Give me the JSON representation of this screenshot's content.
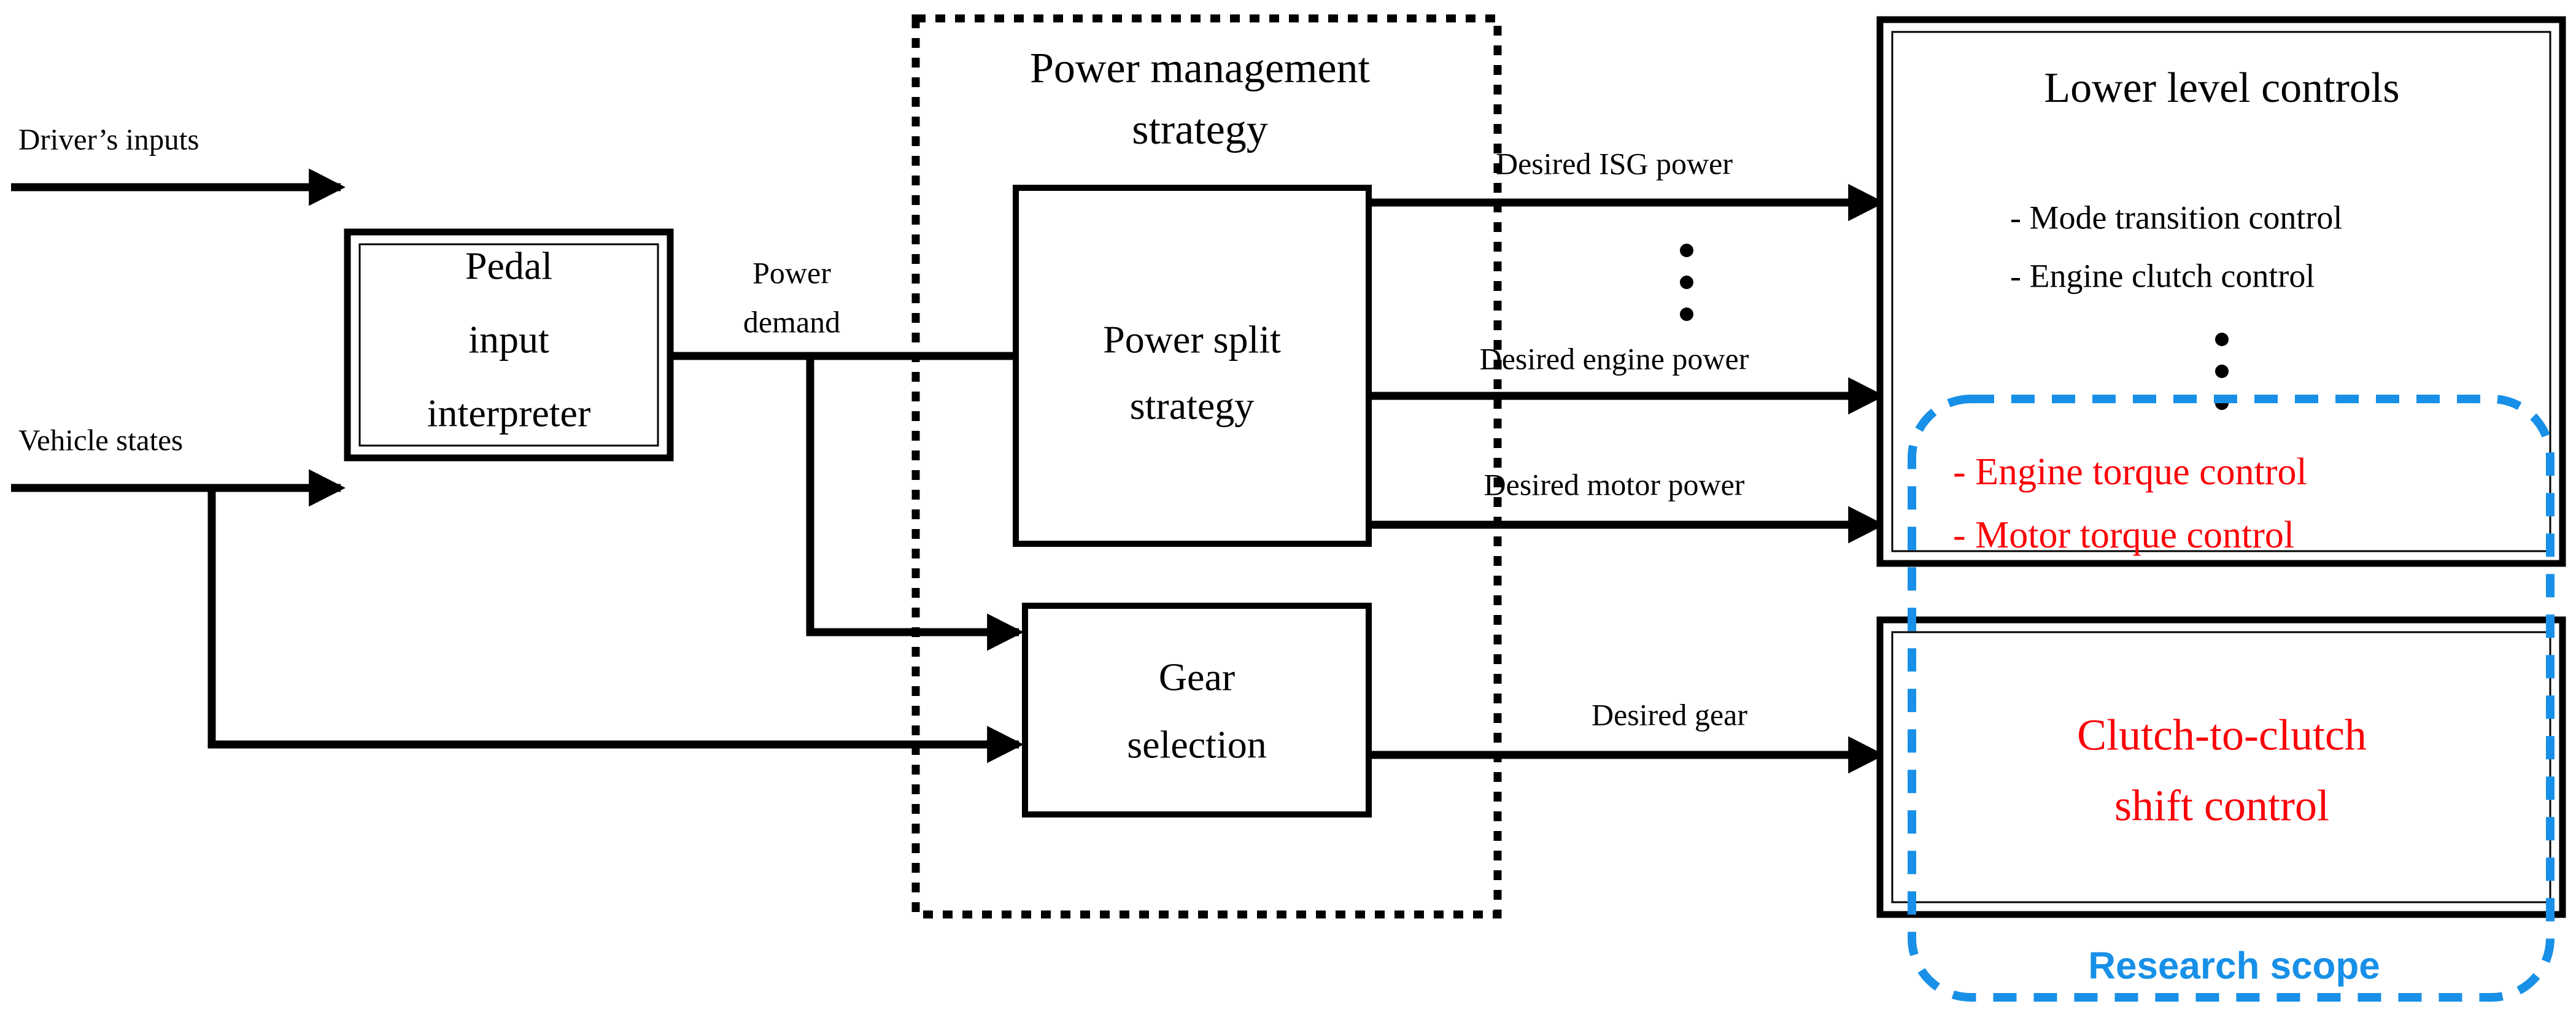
{
  "diagram": {
    "title": "Hybrid powertrain hierarchical control architecture block diagram",
    "colors": {
      "red": "#fb0007",
      "blue": "#1890e8",
      "black": "#000000",
      "background": "#ffffff"
    },
    "inputs": [
      {
        "label": "Driver’s inputs"
      },
      {
        "label": "Vehicle states"
      }
    ],
    "blocks": {
      "pedal_interpreter": {
        "line1": "Pedal",
        "line2": "input",
        "line3": "interpreter"
      },
      "power_split": {
        "line1": "Power split",
        "line2": "strategy"
      },
      "gear_selection": {
        "line1": "Gear",
        "line2": "selection"
      }
    },
    "group": {
      "power_management": {
        "line1": "Power management",
        "line2": "strategy"
      }
    },
    "signals": [
      {
        "name": "power-demand",
        "line1": "Power",
        "line2": "demand"
      },
      {
        "name": "desired-isg-power",
        "label": "Desired ISG power"
      },
      {
        "name": "desired-engine-power",
        "label": "Desired engine power"
      },
      {
        "name": "desired-motor-power",
        "label": "Desired motor power"
      },
      {
        "name": "desired-gear",
        "label": "Desired gear"
      }
    ],
    "lower_level_controls": {
      "title": "Lower level controls",
      "items": [
        "- Mode transition control",
        "- Engine clutch control"
      ],
      "ellipsis": "⋮",
      "highlighted_items": [
        "- Engine torque control",
        "- Motor torque control"
      ]
    },
    "shift_control": {
      "line1": "Clutch-to-clutch",
      "line2": "shift control"
    },
    "research_scope": {
      "label": "Research scope"
    }
  }
}
